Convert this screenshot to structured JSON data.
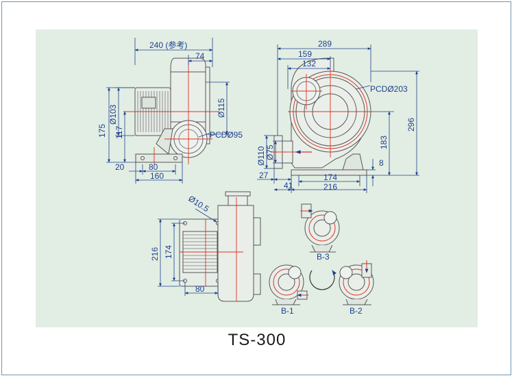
{
  "model": "TS-300",
  "colors": {
    "background": "#e2eee3",
    "outline": "#555555",
    "dimension": "#1f3f8f",
    "centerline": "#e03020",
    "frame": "#6f94b4"
  },
  "side_view": {
    "overall_width": "240 (参考)",
    "outlet_offset": "74",
    "motor_diameter": "Ø103",
    "outlet_diameter": "Ø115",
    "total_height": "175",
    "center_height": "117",
    "pcd": "PCDØ95",
    "foot_offset": "20",
    "foot_pitch": "80",
    "foot_length": "160"
  },
  "front_view": {
    "overall_width": "289",
    "outlet_center": "159",
    "casing_center": "132",
    "pcd": "PCDØ203",
    "inlet_flange": "Ø110",
    "inlet_pipe": "Ø75",
    "total_height": "296",
    "inlet_height": "183",
    "base_thickness": "8",
    "flange_offset": "27",
    "base_offset": "41",
    "foot_pitch": "174",
    "foot_length": "216"
  },
  "top_view": {
    "hole_diameter": "Ø10.5",
    "foot_length": "216",
    "foot_pitch": "174",
    "foot_width": "80"
  },
  "orientations": {
    "b3": "B-3",
    "b1": "B-1",
    "b2": "B-2"
  }
}
